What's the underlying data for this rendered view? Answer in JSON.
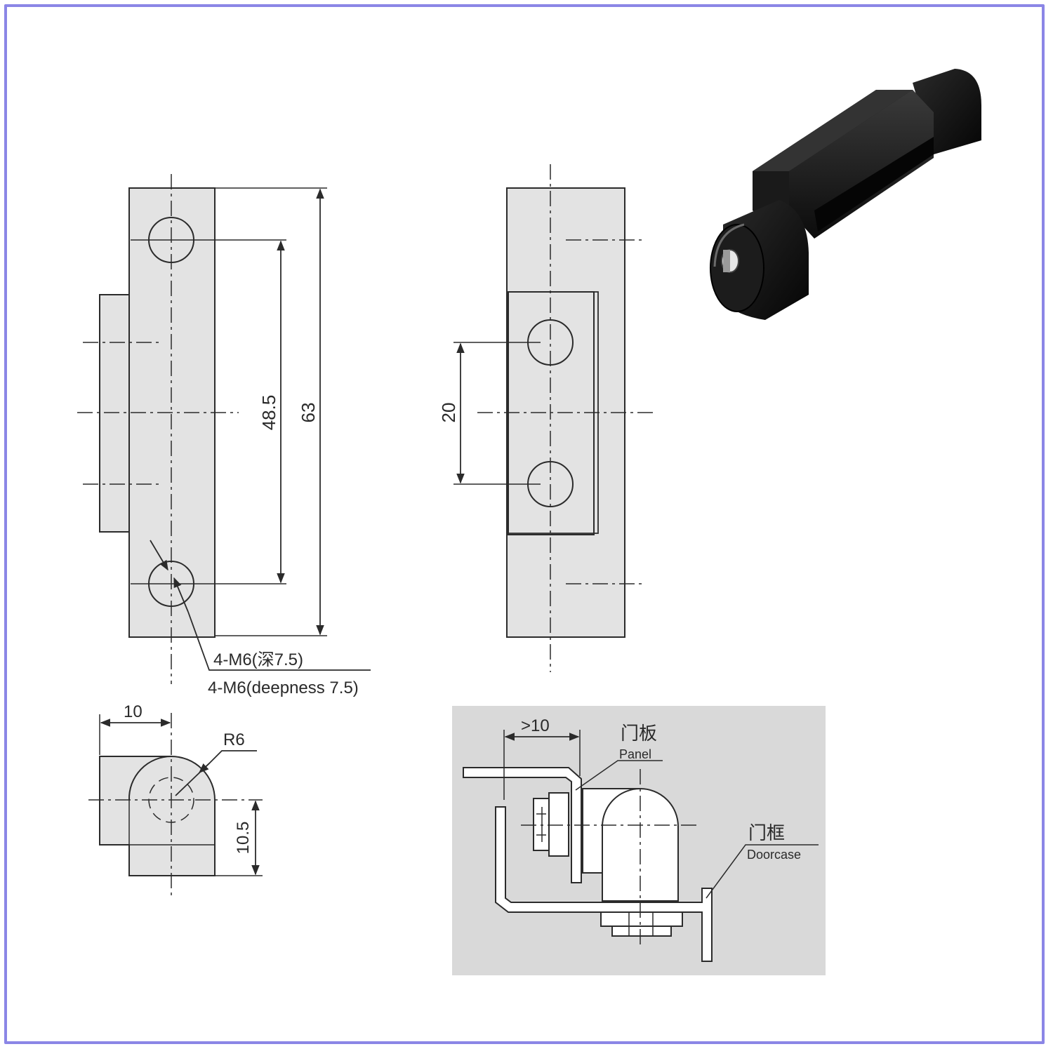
{
  "colors": {
    "border": "#8b86e6",
    "part_fill": "#e3e3e3",
    "line": "#2b2b2b",
    "panel_bg": "#d9d9d9",
    "photo_black": "#121212"
  },
  "front_view": {
    "dim_hole_pitch": "48.5",
    "dim_total_height": "63",
    "thread_callout_cn": "4-M6(深7.5)",
    "thread_callout_en": "4-M6(deepness 7.5)"
  },
  "side_view": {
    "dim_hole_pitch": "20"
  },
  "top_view": {
    "dim_width": "10",
    "dim_radius": "R6",
    "dim_height": "10.5"
  },
  "install_diagram": {
    "dim_gap": ">10",
    "panel_label_cn": "门板",
    "panel_label_en": "Panel",
    "doorcase_label_cn": "门框",
    "doorcase_label_en": "Doorcase"
  },
  "product_photo": {
    "subject": "black hinge"
  }
}
